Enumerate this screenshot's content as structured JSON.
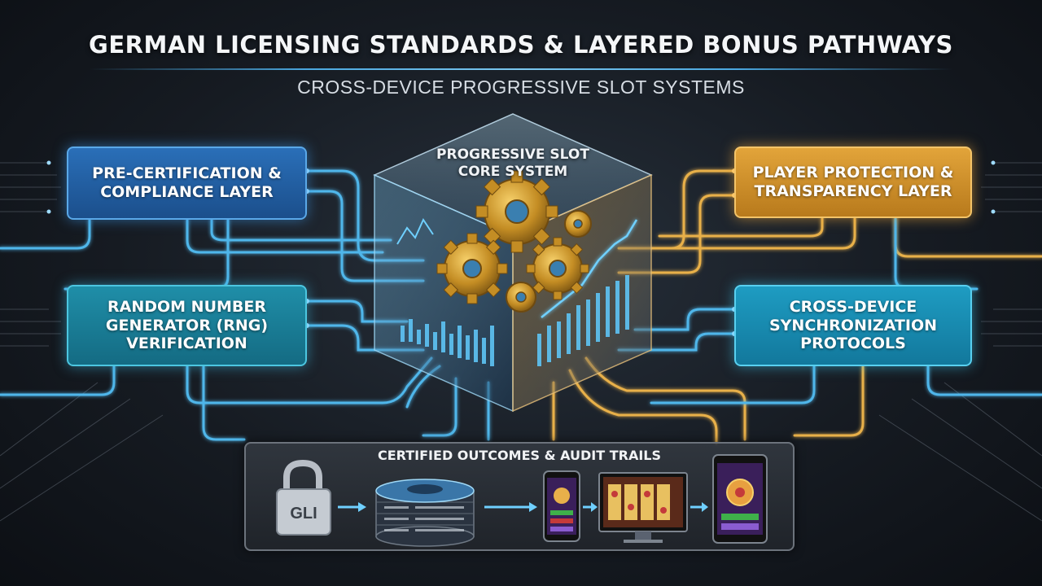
{
  "title": "GERMAN LICENSING STANDARDS & LAYERED BONUS PATHWAYS",
  "subtitle": "CROSS-DEVICE PROGRESSIVE SLOT SYSTEMS",
  "core": {
    "label": "PROGRESSIVE SLOT\nCORE SYSTEM",
    "icon": "gears-icon"
  },
  "layers": {
    "pre_certification": "PRE-CERTIFICATION &\nCOMPLIANCE LAYER",
    "rng": "RANDOM NUMBER\nGENERATOR (RNG)\nVERIFICATION",
    "player_protection": "PLAYER PROTECTION &\nTRANSPARENCY LAYER",
    "sync": "CROSS-DEVICE\nSYNCHRONIZATION\nPROTOCOLS"
  },
  "audit": {
    "title": "CERTIFIED OUTCOMES & AUDIT TRAILS",
    "lock_text": "GLI",
    "flow_icons": [
      "padlock-icon",
      "database-icon",
      "smartphone-icon",
      "desktop-icon",
      "tablet-icon"
    ]
  },
  "colors": {
    "blue": "#2a6fb8",
    "teal": "#1f8ea8",
    "orange": "#e2a43a",
    "cyan": "#1e9cc2",
    "line_blue": "#4fb6ea",
    "line_gold": "#e8b04a"
  }
}
